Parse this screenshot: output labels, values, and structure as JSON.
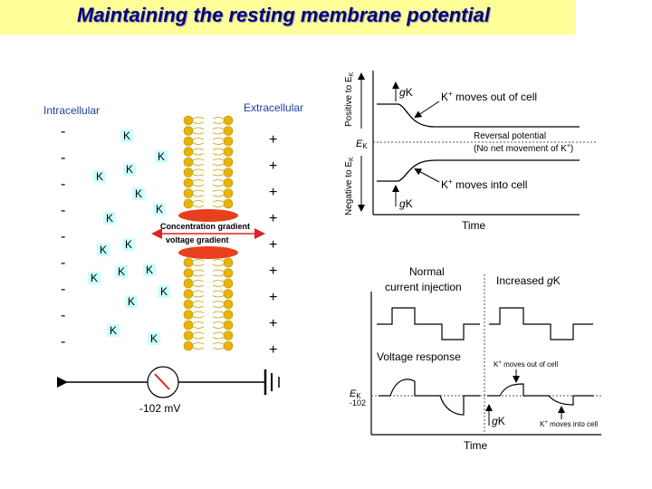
{
  "title": "Maintaining the resting membrane potential",
  "membrane": {
    "intracellular_label": "Intracellular",
    "extracellular_label": "Extracellular",
    "ion_label": "K",
    "minus_sign": "-",
    "plus_sign": "+",
    "concentration_gradient_label": "Concentration gradient",
    "voltage_gradient_label": "voltage gradient",
    "meter_reading": "-102 mV"
  },
  "top_graph": {
    "y_positive_label": "Positive to E",
    "y_negative_label": "Negative to E",
    "y_subscript": "K",
    "ek_label": "E",
    "ek_subscript": "K",
    "gk_g": "g",
    "gk_k": "K",
    "k_out_label": " moves out of cell",
    "k_in_label": " moves into cell",
    "k_ion": "K",
    "k_sup": "+",
    "reversal_label": "Reversal potential",
    "no_net_label": "(No net movement of K",
    "no_net_sup": "+",
    "no_net_close": ")",
    "time_label": "Time"
  },
  "bottom_graph": {
    "normal_label_line1": "Normal",
    "normal_label_line2": "current injection",
    "increased_label": "Increased ",
    "increased_g": "g",
    "increased_k": "K",
    "voltage_response_label": "Voltage response",
    "ek_label": "E",
    "ek_subscript": "K",
    "ek_value": "-102",
    "gk_g": "g",
    "gk_k": "K",
    "k_out_small": " moves out of cell",
    "k_in_small": " moves into cell",
    "k_ion": "K",
    "k_sup": "+",
    "time_label": "Time"
  },
  "colors": {
    "banner": "#ffff99",
    "title": "#000080",
    "label_blue": "#1f3f9f",
    "lipid": "#e8b400",
    "channel": "#e8401c",
    "arrow": "#dd2222",
    "ion_box": "#ccffff"
  }
}
